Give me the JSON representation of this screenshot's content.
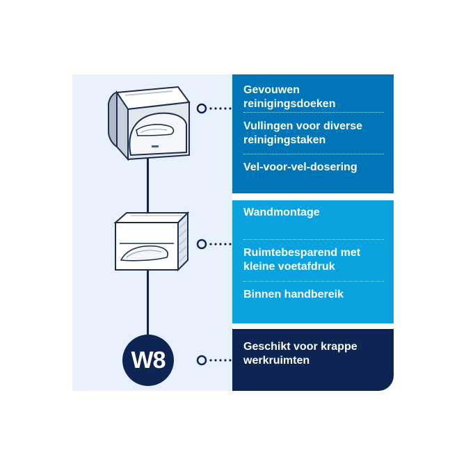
{
  "top_panel": {
    "items": [
      "Gevouwen reinigingsdoeken",
      "Vullingen voor diverse reinigingstaken",
      "Vel-voor-vel-dosering"
    ]
  },
  "middle_panel": {
    "items": [
      "Wandmontage",
      "Ruimtebesparend met kleine voetafdruk",
      "Binnen handbereik"
    ]
  },
  "bottom_panel": {
    "items": [
      "Geschikt voor krappe werkruimten"
    ]
  },
  "badge": {
    "label": "W8"
  },
  "colors": {
    "navy": "#0e2452",
    "mid_blue": "#0076b8",
    "light_blue": "#0aa3e0",
    "pale_bg": "#e8f1fb"
  }
}
